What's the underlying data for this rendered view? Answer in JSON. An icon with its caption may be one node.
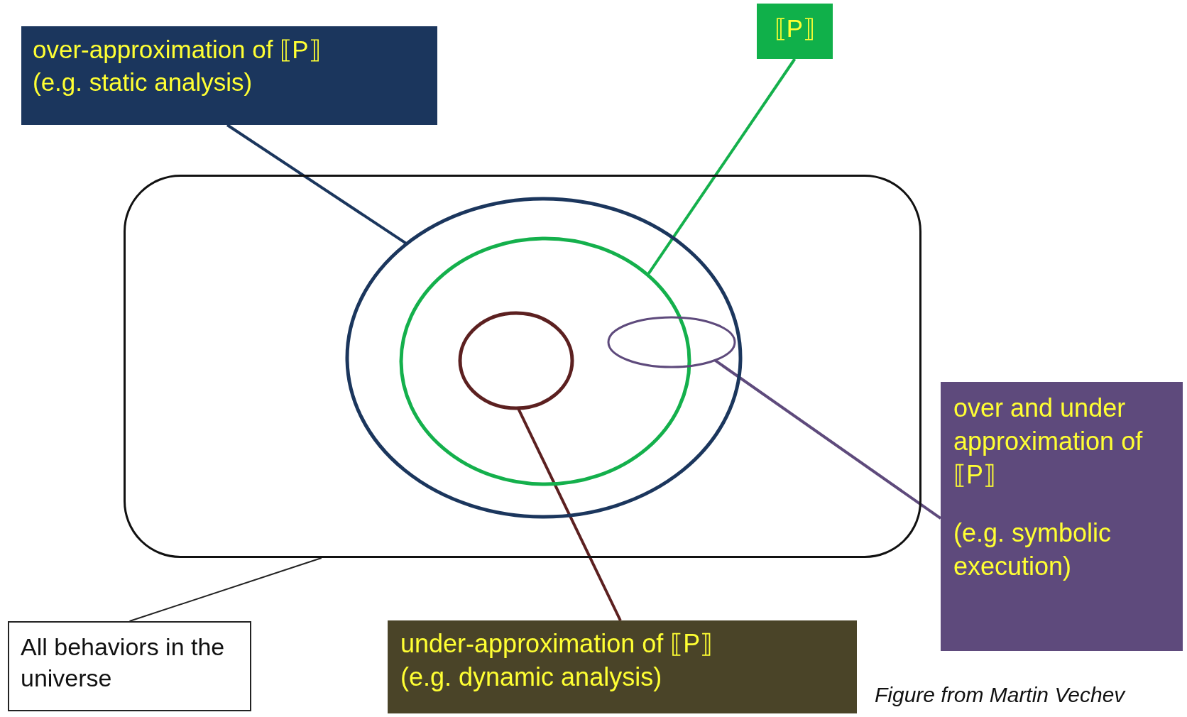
{
  "diagram": {
    "caption": "Figure from Martin Vechev",
    "nodes": [
      {
        "text": [
          "over-approximation of ⟦P⟧",
          "(e.g. static analysis)"
        ]
      },
      {
        "text": [
          "⟦P⟧"
        ]
      },
      {
        "text": [],
        "shape": "box"
      },
      {
        "text": [],
        "shape": "circle",
        "in": 2
      },
      {
        "text": [],
        "shape": "circle",
        "in": 3
      },
      {
        "text": [],
        "shape": "circle",
        "in": 4
      },
      {
        "text": [],
        "shape": "circle",
        "in": 3
      },
      {
        "text": [
          "over and under approximation of ⟦P⟧",
          "(e.g. symbolic execution)"
        ]
      },
      {
        "text": [
          "All behaviors in the universe"
        ]
      },
      {
        "text": [
          "under-approximation of ⟦P⟧",
          "(e.g. dynamic analysis)"
        ]
      }
    ],
    "edges": [
      {
        "from": 0,
        "to": 3,
        "arrow": "none",
        "color": "#1b365d"
      },
      {
        "from": 1,
        "to": 4,
        "arrow": "none",
        "color": "#14b04c"
      },
      {
        "from": 7,
        "to": 6,
        "arrow": "none",
        "color": "#5e4a7c"
      },
      {
        "from": 9,
        "to": 5,
        "arrow": "none",
        "color": "#5c2020"
      },
      {
        "from": 8,
        "to": 2,
        "arrow": "none",
        "color": "#222222"
      }
    ]
  }
}
